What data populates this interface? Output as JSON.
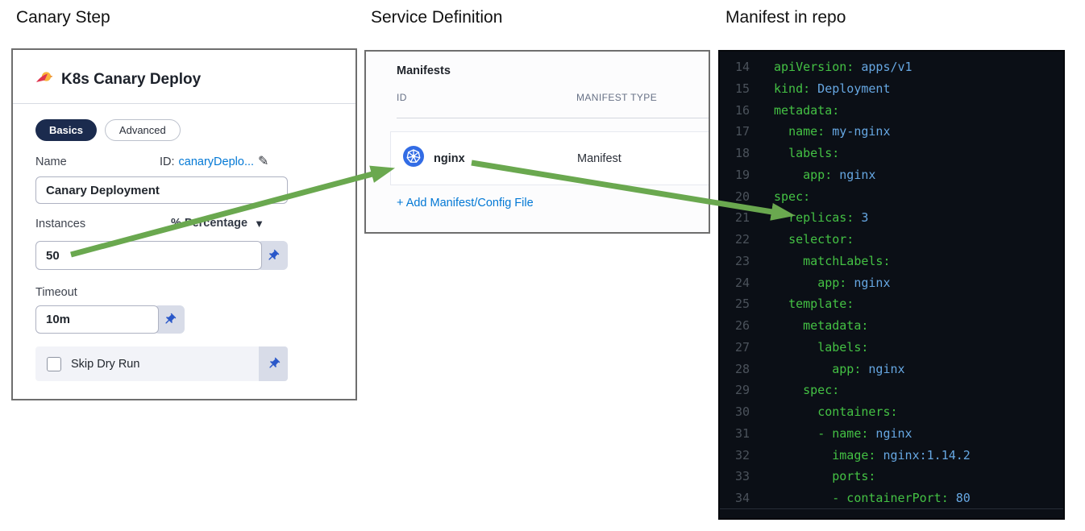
{
  "titles": {
    "canary_step": "Canary Step",
    "service_definition": "Service Definition",
    "manifest_repo": "Manifest in repo"
  },
  "canary_step": {
    "heading": "K8s Canary Deploy",
    "tabs": [
      {
        "label": "Basics",
        "active": true
      },
      {
        "label": "Advanced",
        "active": false
      }
    ],
    "name": {
      "label": "Name",
      "id_label": "ID:",
      "id_value": "canaryDeplo...",
      "value": "Canary Deployment"
    },
    "instances": {
      "label": "Instances",
      "unit": "% Percentage",
      "value": "50"
    },
    "timeout": {
      "label": "Timeout",
      "value": "10m"
    },
    "skip_dry_run": {
      "label": "Skip Dry Run",
      "checked": false
    }
  },
  "service_definition": {
    "heading": "Manifests",
    "columns": {
      "id": "ID",
      "type": "MANIFEST TYPE"
    },
    "row": {
      "id": "nginx",
      "type": "Manifest",
      "icon": "kubernetes-icon"
    },
    "add_link": "+ Add Manifest/Config File"
  },
  "manifest_repo": {
    "language": "yaml",
    "lines": [
      {
        "num": 14,
        "indent": 0,
        "dash": false,
        "key": "apiVersion",
        "value": "apps/v1"
      },
      {
        "num": 15,
        "indent": 0,
        "dash": false,
        "key": "kind",
        "value": "Deployment"
      },
      {
        "num": 16,
        "indent": 0,
        "dash": false,
        "key": "metadata",
        "value": ""
      },
      {
        "num": 17,
        "indent": 1,
        "dash": false,
        "key": "name",
        "value": "my-nginx"
      },
      {
        "num": 18,
        "indent": 1,
        "dash": false,
        "key": "labels",
        "value": ""
      },
      {
        "num": 19,
        "indent": 2,
        "dash": false,
        "key": "app",
        "value": "nginx"
      },
      {
        "num": 20,
        "indent": 0,
        "dash": false,
        "key": "spec",
        "value": ""
      },
      {
        "num": 21,
        "indent": 1,
        "dash": false,
        "key": "replicas",
        "value": "3"
      },
      {
        "num": 22,
        "indent": 1,
        "dash": false,
        "key": "selector",
        "value": ""
      },
      {
        "num": 23,
        "indent": 2,
        "dash": false,
        "key": "matchLabels",
        "value": ""
      },
      {
        "num": 24,
        "indent": 3,
        "dash": false,
        "key": "app",
        "value": "nginx"
      },
      {
        "num": 25,
        "indent": 1,
        "dash": false,
        "key": "template",
        "value": ""
      },
      {
        "num": 26,
        "indent": 2,
        "dash": false,
        "key": "metadata",
        "value": ""
      },
      {
        "num": 27,
        "indent": 3,
        "dash": false,
        "key": "labels",
        "value": ""
      },
      {
        "num": 28,
        "indent": 4,
        "dash": false,
        "key": "app",
        "value": "nginx"
      },
      {
        "num": 29,
        "indent": 2,
        "dash": false,
        "key": "spec",
        "value": ""
      },
      {
        "num": 30,
        "indent": 3,
        "dash": false,
        "key": "containers",
        "value": ""
      },
      {
        "num": 31,
        "indent": 3,
        "dash": true,
        "key": "name",
        "value": "nginx"
      },
      {
        "num": 32,
        "indent": 4,
        "dash": false,
        "key": "image",
        "value": "nginx:1.14.2"
      },
      {
        "num": 33,
        "indent": 4,
        "dash": false,
        "key": "ports",
        "value": ""
      },
      {
        "num": 34,
        "indent": 4,
        "dash": true,
        "key": "containerPort",
        "value": "80"
      }
    ]
  },
  "icons": {
    "pencil_glyph": "✎",
    "caret_glyph": "▼"
  },
  "colors": {
    "arrow-green": "#6aa84f",
    "key-green": "#44c144",
    "val-blue": "#66a7e2",
    "link-blue": "#0278d5",
    "navy": "#1b2b4e",
    "pin-blue": "#2a58c9",
    "k8s-blue": "#326ce5",
    "code-bg": "#0b0f16"
  }
}
